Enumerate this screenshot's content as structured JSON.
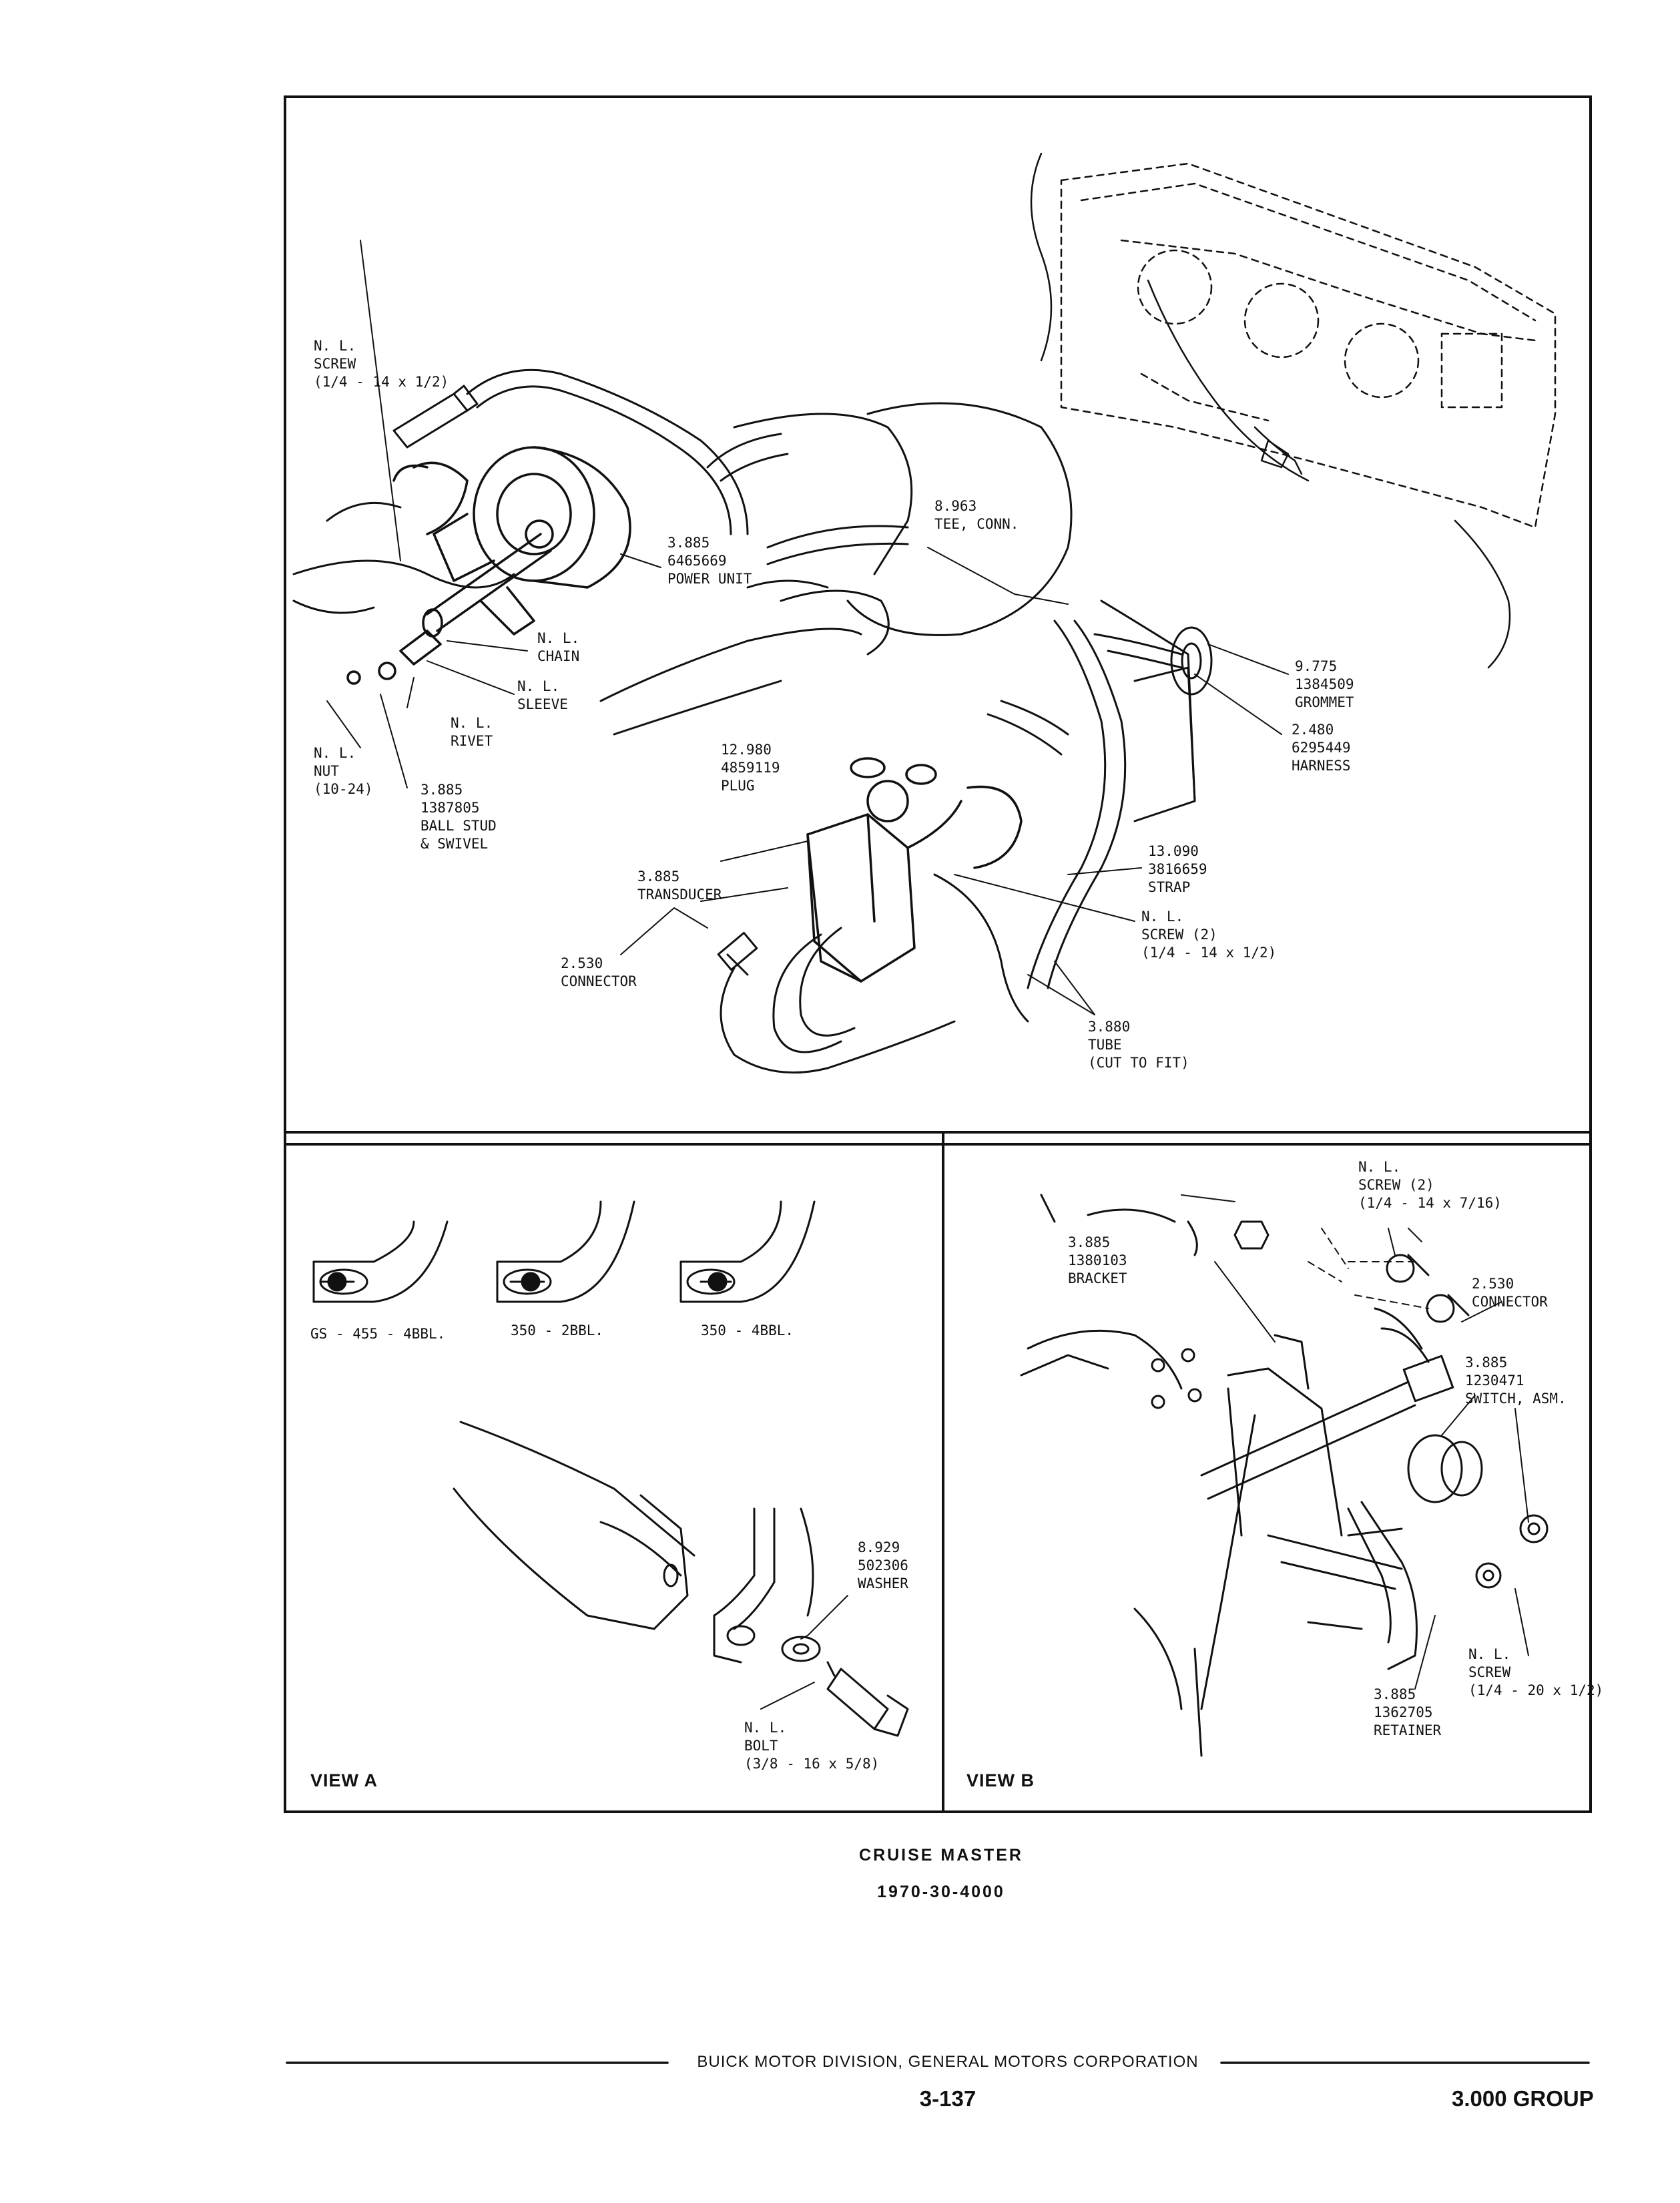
{
  "main_labels": {
    "screw_top": [
      "N. L.",
      "SCREW",
      "(1/4 - 14 x 1/2)"
    ],
    "power_unit": [
      "3.885",
      "6465669",
      "POWER UNIT"
    ],
    "tee_conn": [
      "8.963",
      "TEE, CONN."
    ],
    "chain": [
      "N. L.",
      "CHAIN"
    ],
    "sleeve": [
      "N. L.",
      "SLEEVE"
    ],
    "rivet": [
      "N. L.",
      "RIVET"
    ],
    "nut": [
      "N. L.",
      "NUT",
      "(10-24)"
    ],
    "ball_stud": [
      "3.885",
      "1387805",
      "BALL STUD",
      "& SWIVEL"
    ],
    "grommet": [
      "9.775",
      "1384509",
      "GROMMET"
    ],
    "harness": [
      "2.480",
      "6295449",
      "HARNESS"
    ],
    "plug": [
      "12.980",
      "4859119",
      "PLUG"
    ],
    "transducer": [
      "3.885",
      "TRANSDUCER"
    ],
    "strap": [
      "13.090",
      "3816659",
      "STRAP"
    ],
    "screw_2": [
      "N. L.",
      "SCREW (2)",
      "(1/4 - 14 x 1/2)"
    ],
    "connector": [
      "2.530",
      "CONNECTOR"
    ],
    "tube": [
      "3.880",
      "TUBE",
      "(CUT TO FIT)"
    ]
  },
  "view_a": {
    "title": "VIEW A",
    "positions": [
      "GS - 455 - 4BBL.",
      "350 - 2BBL.",
      "350 - 4BBL."
    ],
    "washer": [
      "8.929",
      "502306",
      "WASHER"
    ],
    "bolt": [
      "N. L.",
      "BOLT",
      "(3/8 - 16 x 5/8)"
    ]
  },
  "view_b": {
    "title": "VIEW B",
    "screw_top": [
      "N. L.",
      "SCREW (2)",
      "(1/4 - 14 x 7/16)"
    ],
    "bracket": [
      "3.885",
      "1380103",
      "BRACKET"
    ],
    "connector": [
      "2.530",
      "CONNECTOR"
    ],
    "switch": [
      "3.885",
      "1230471",
      "SWITCH, ASM."
    ],
    "screw_bottom": [
      "N. L.",
      "SCREW",
      "(1/4 - 20 x 1/2)"
    ],
    "retainer": [
      "3.885",
      "1362705",
      "RETAINER"
    ]
  },
  "caption": {
    "title": "CRUISE MASTER",
    "code": "1970-30-4000"
  },
  "footer": {
    "division": "BUICK MOTOR DIVISION, GENERAL MOTORS CORPORATION",
    "page_number": "3-137",
    "group": "3.000 GROUP"
  }
}
